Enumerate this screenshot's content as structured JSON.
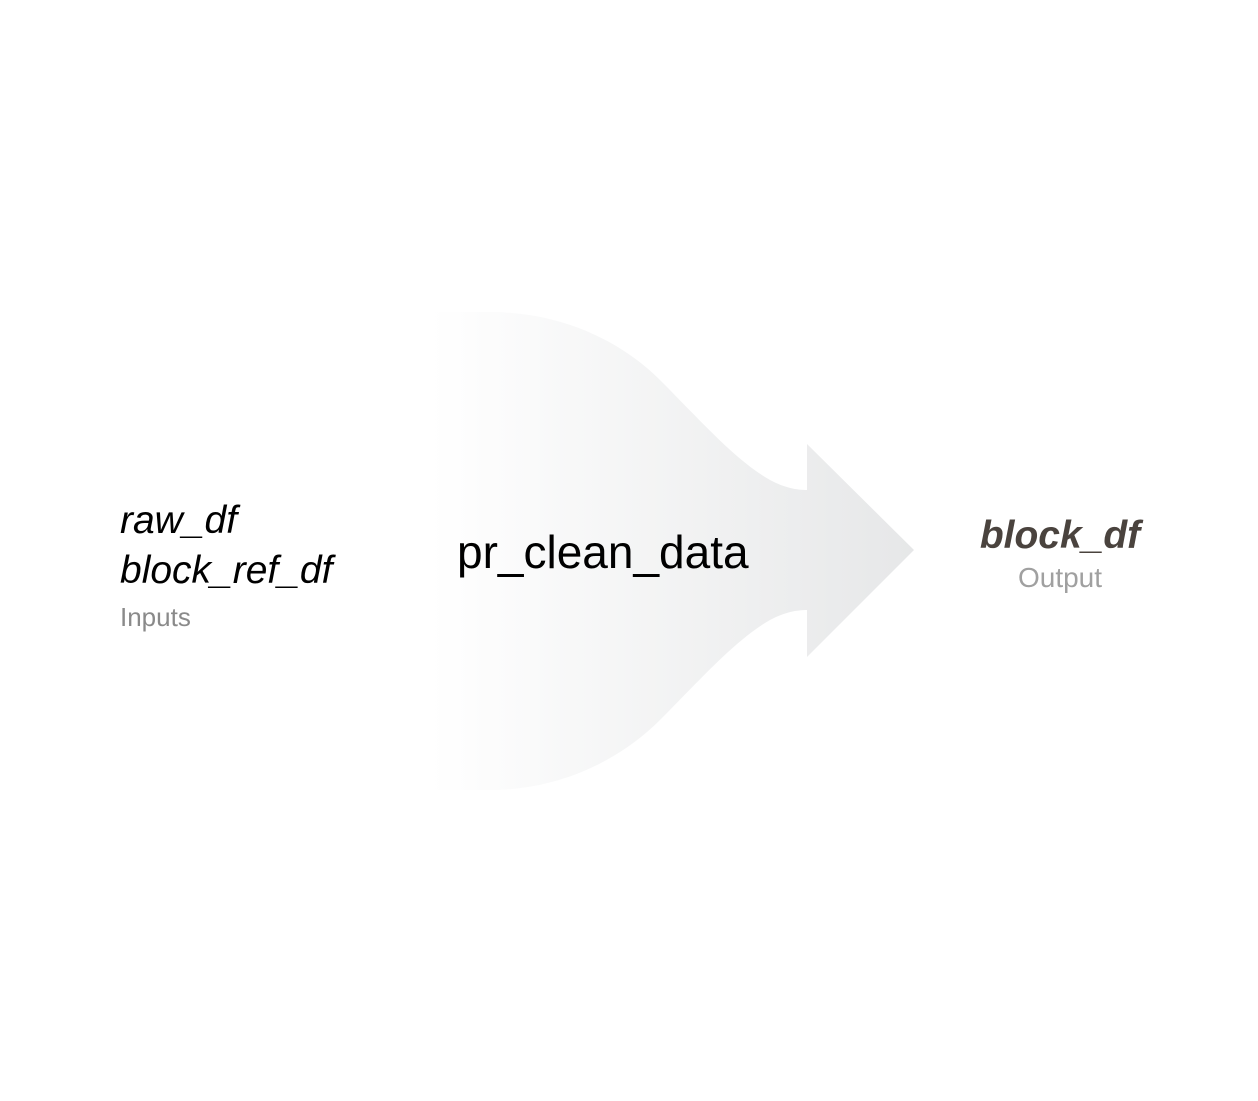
{
  "inputs": {
    "items": [
      "raw_df",
      "block_ref_df"
    ],
    "label": "Inputs"
  },
  "process": {
    "name": "pr_clean_data"
  },
  "output": {
    "name": "block_df",
    "label": "Output"
  },
  "colors": {
    "flow_start": "#ffffff",
    "flow_end": "#e6e7e8",
    "output_name": "#4a433e",
    "label_gray": "#8a8a8a"
  }
}
